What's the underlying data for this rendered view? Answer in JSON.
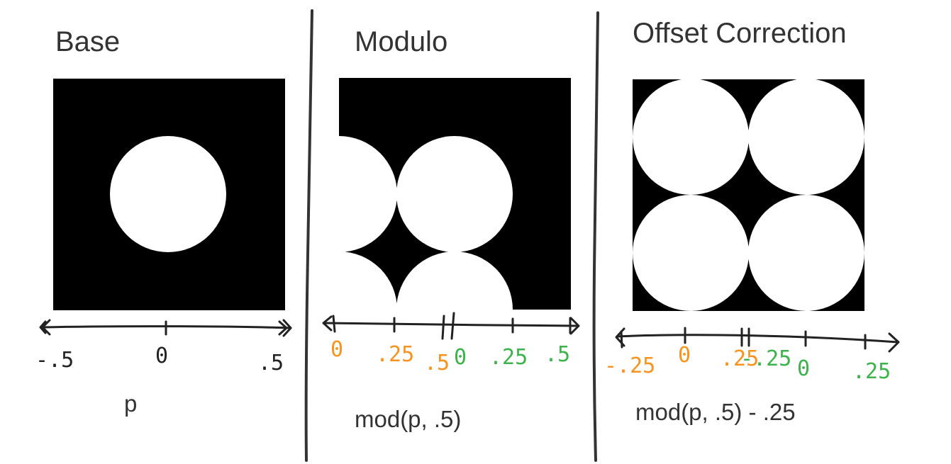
{
  "colors": {
    "ink": "#222222",
    "text": "#333333",
    "orange": "#f7931e",
    "green": "#3cb44b",
    "background": "#000000",
    "shape": "#ffffff"
  },
  "panels": [
    {
      "title": "Base",
      "formula": "p",
      "ticks": [
        {
          "label": "-.5",
          "color": "ink"
        },
        {
          "label": "0",
          "color": "ink"
        },
        {
          "label": ".5",
          "color": "ink"
        }
      ]
    },
    {
      "title": "Modulo",
      "formula": "mod(p, .5)",
      "ticks": [
        {
          "label": "0",
          "color": "orange"
        },
        {
          "label": ".25",
          "color": "orange"
        },
        {
          "label": ".5",
          "color": "orange"
        },
        {
          "label": "0",
          "color": "green"
        },
        {
          "label": ".25",
          "color": "green"
        },
        {
          "label": ".5",
          "color": "green"
        }
      ]
    },
    {
      "title": "Offset Correction",
      "formula": "mod(p, .5) - .25",
      "ticks": [
        {
          "label": "-.25",
          "color": "orange"
        },
        {
          "label": "0",
          "color": "orange"
        },
        {
          "label": ".25",
          "color": "orange"
        },
        {
          "label": "-.25",
          "color": "green"
        },
        {
          "label": "0",
          "color": "green"
        },
        {
          "label": ".25",
          "color": "green"
        }
      ]
    }
  ]
}
